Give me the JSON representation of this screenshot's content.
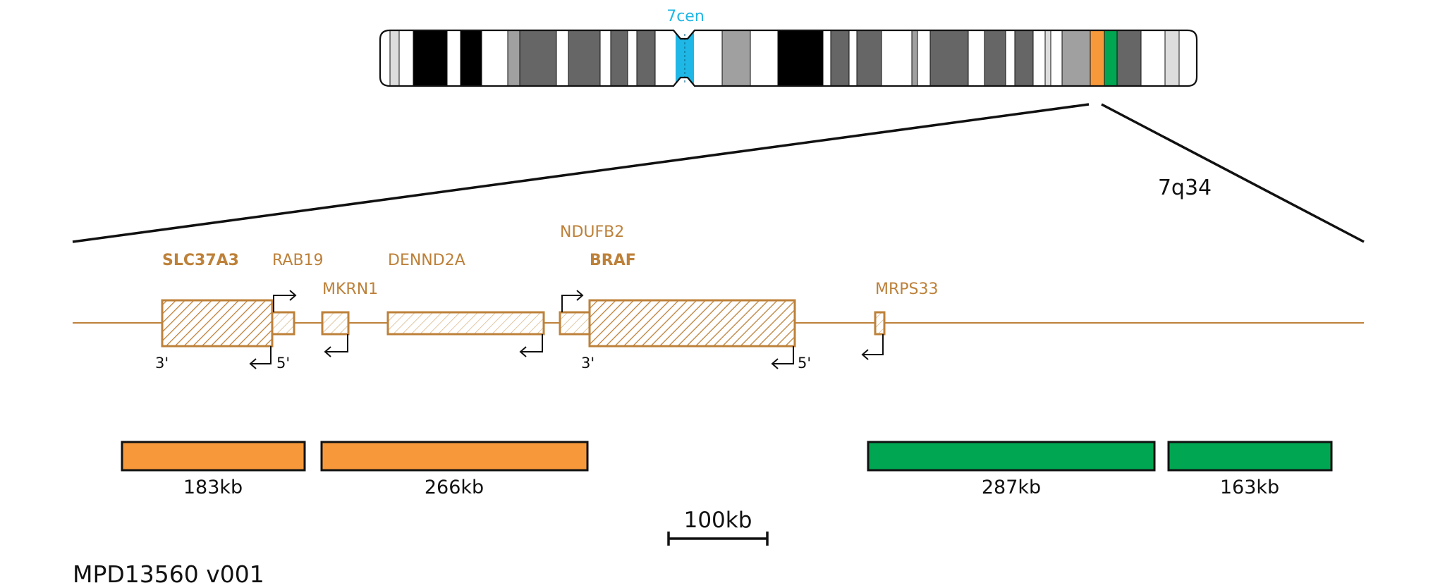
{
  "chromosome": {
    "centromere_label": "7cen",
    "band_label": "7q34"
  },
  "genes": {
    "slc37a3": "SLC37A3",
    "rab19": "RAB19",
    "mkrn1": "MKRN1",
    "dennd2a": "DENND2A",
    "ndufb2": "NDUFB2",
    "braf": "BRAF",
    "mrps33": "MRPS33"
  },
  "ends": {
    "slc37a3_left": "3'",
    "slc37a3_right": "5'",
    "braf_left": "3'",
    "braf_right": "5'"
  },
  "probes": {
    "colors": {
      "orange": "#f7993a",
      "green": "#00a651"
    },
    "p1": "183kb",
    "p2": "266kb",
    "p3": "287kb",
    "p4": "163kb"
  },
  "scale_bar": {
    "label": "100kb"
  },
  "product_id": "MPD13560 v001",
  "colors": {
    "gene": "#bd813a",
    "centromere": "#1fb7e6"
  }
}
